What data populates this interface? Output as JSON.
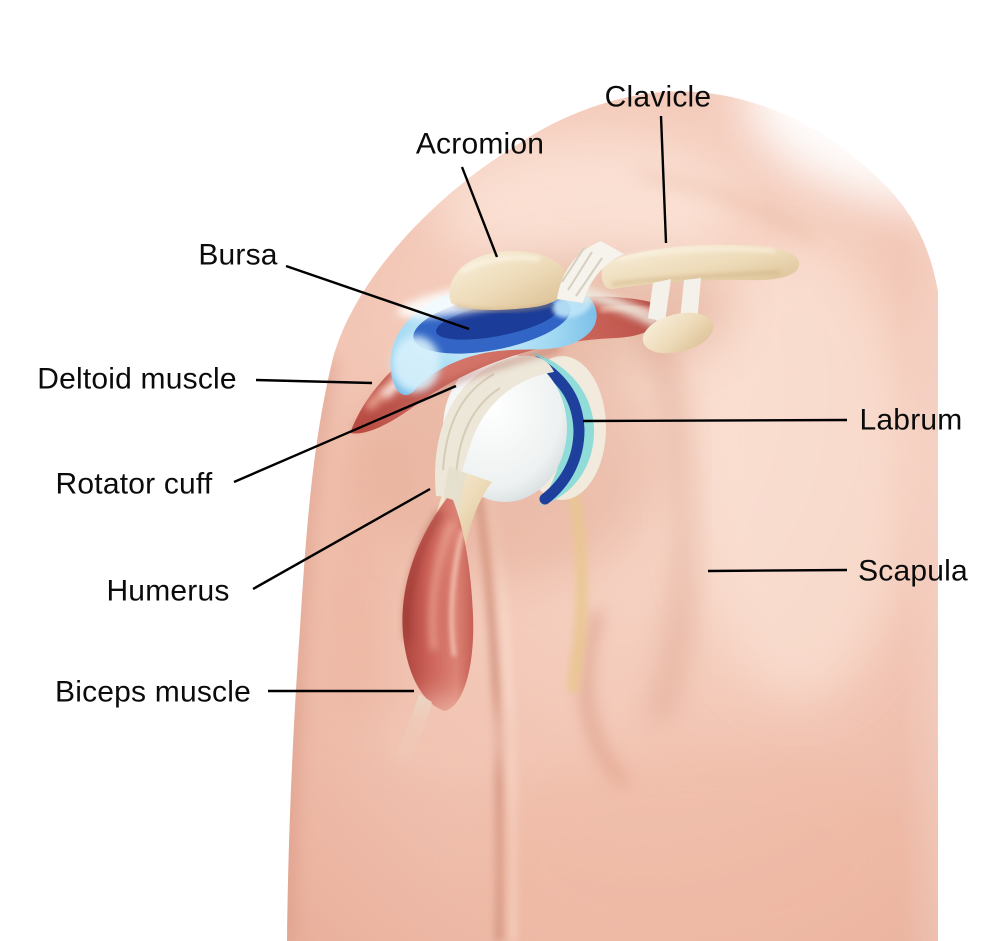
{
  "diagram": {
    "labels": {
      "clavicle": "Clavicle",
      "acromion": "Acromion",
      "bursa": "Bursa",
      "deltoid": "Deltoid muscle",
      "labrum": "Labrum",
      "rotator_cuff": "Rotator cuff",
      "humerus": "Humerus",
      "scapula": "Scapula",
      "biceps": "Biceps muscle"
    },
    "colors": {
      "background": "#ffffff",
      "skin": "#f2c5b4",
      "skin_shadow": "#d3907a",
      "bone": "#eedcba",
      "muscle_red": "#c4554f",
      "bursa_blue": "#2a5ec2",
      "bursa_dark": "#1b3d99",
      "labrum_teal": "#8fdcd9",
      "labrum_navy": "#1e3f9b",
      "ligament_white": "#f5f3ec",
      "leader_line": "#000000"
    }
  }
}
